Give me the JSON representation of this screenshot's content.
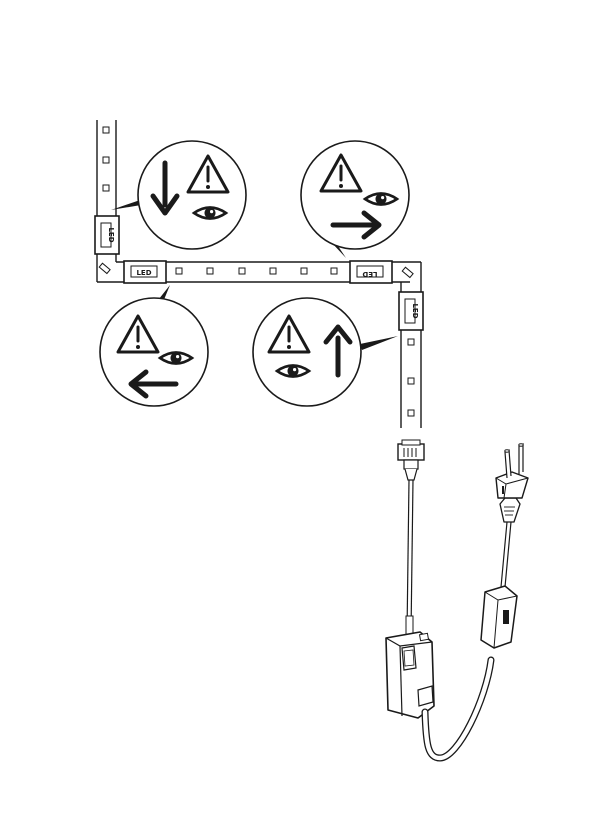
{
  "diagram": {
    "connector_label": "LED",
    "callouts": [
      {
        "id": "callout-top-left",
        "arrow": "down",
        "icons": [
          "warning-icon",
          "eye-icon"
        ]
      },
      {
        "id": "callout-top-right",
        "arrow": "right",
        "icons": [
          "warning-icon",
          "eye-icon"
        ]
      },
      {
        "id": "callout-bottom-left",
        "arrow": "left",
        "icons": [
          "warning-icon",
          "eye-icon"
        ]
      },
      {
        "id": "callout-bottom-right",
        "arrow": "up",
        "icons": [
          "warning-icon",
          "eye-icon"
        ]
      }
    ],
    "components": [
      "led-strip",
      "corner-connector",
      "strip-connector",
      "power-adapter",
      "inline-switch",
      "eu-plug"
    ],
    "colors": {
      "line": "#1a1a1a",
      "background": "#ffffff",
      "fill": "#ffffff"
    }
  }
}
